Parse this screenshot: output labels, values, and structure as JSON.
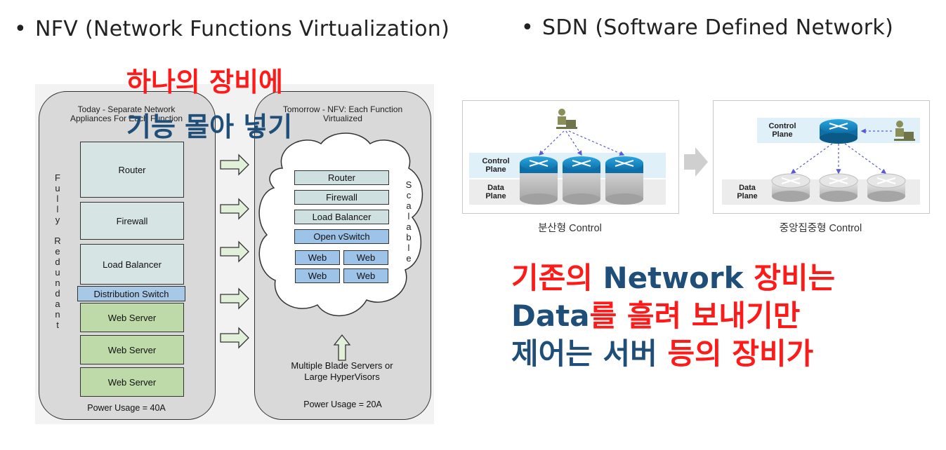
{
  "bullets": {
    "nfv": "NFV (Network Functions Virtualization)",
    "sdn": "SDN (Software Defined Network)",
    "marker": "•"
  },
  "nfv_diagram": {
    "left_header": [
      "Today - Separate Network",
      "Appliances For Each Function"
    ],
    "right_header": [
      "Tomorrow - NFV: Each Function",
      "Virtualized"
    ],
    "left_boxes": [
      {
        "label": "Router",
        "kind": "app"
      },
      {
        "label": "Firewall",
        "kind": "app"
      },
      {
        "label": "Load Balancer",
        "kind": "app"
      },
      {
        "label": "Distribution Switch",
        "kind": "dist"
      },
      {
        "label": "Web Server",
        "kind": "web"
      },
      {
        "label": "Web Server",
        "kind": "web"
      },
      {
        "label": "Web Server",
        "kind": "web"
      }
    ],
    "vertical_left": [
      "F",
      "u",
      "l",
      "l",
      "y",
      "",
      "R",
      "e",
      "d",
      "u",
      "n",
      "d",
      "a",
      "n",
      "t"
    ],
    "vertical_right": [
      "S",
      "c",
      "a",
      "l",
      "a",
      "b",
      "l",
      "e"
    ],
    "cloud_boxes": [
      "Router",
      "Firewall",
      "Load Balancer",
      "Open vSwitch"
    ],
    "web_grid": [
      "Web",
      "Web",
      "Web",
      "Web"
    ],
    "blade_label": [
      "Multiple Blade Servers or",
      "Large HyperVisors"
    ],
    "power_left": "Power Usage = 40A",
    "power_right": "Power Usage = 20A"
  },
  "overlay": {
    "line1": "하나의 장비에",
    "line2": "기능 몰아 넣기"
  },
  "sdn_diagram": {
    "left": {
      "control_plane": [
        "Control",
        "Plane"
      ],
      "data_plane": [
        "Data",
        "Plane"
      ],
      "caption": "분산형 Control"
    },
    "right": {
      "control_plane": [
        "Control",
        "Plane"
      ],
      "data_plane": [
        "Data",
        "Plane"
      ],
      "caption": "중앙집중형 Control"
    }
  },
  "statement": {
    "l1a": "기존의 ",
    "l1b": "Network ",
    "l1c": "장비는",
    "l2a": "Data",
    "l2b": "를 흘려 보내기만",
    "l3a": "제어는 서버 ",
    "l3b": "등의 장비가"
  },
  "colors": {
    "red": "#ff1a1a",
    "navy": "#1f4e79",
    "router_blue": "#1a8fc8",
    "router_gray": "#c8c8c8"
  }
}
